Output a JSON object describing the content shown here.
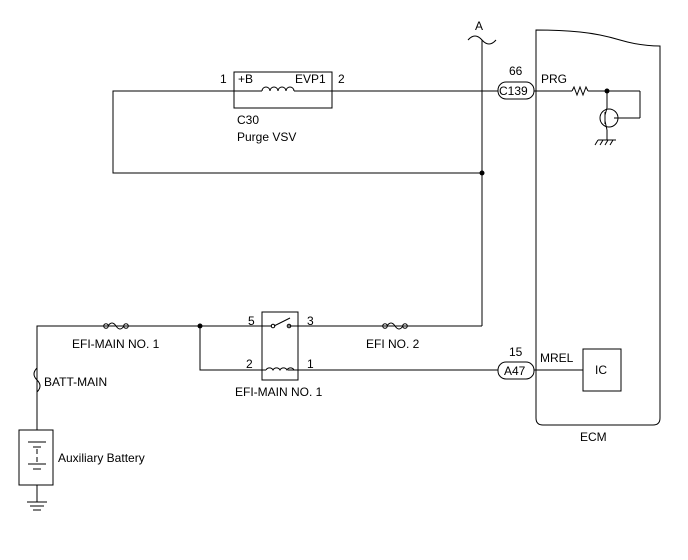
{
  "diagram": {
    "branch_point": "A",
    "components": {
      "purge_vsv": {
        "connector": "C30",
        "name": "Purge VSV",
        "pin_left": "1",
        "pin_right": "2",
        "terminal_left": "+B",
        "terminal_right": "EVP1"
      },
      "efi_main_relay": {
        "name": "EFI-MAIN NO. 1",
        "pin_top_left": "5",
        "pin_top_right": "3",
        "pin_bottom_left": "2",
        "pin_bottom_right": "1"
      },
      "fuse_efi_main1": {
        "name": "EFI-MAIN NO. 1"
      },
      "fuse_efi_no2": {
        "name": "EFI NO. 2"
      },
      "fuse_batt_main": {
        "name": "BATT-MAIN"
      },
      "battery": {
        "name": "Auxiliary Battery"
      },
      "ecm": {
        "name": "ECM",
        "connector_top": {
          "label": "C139",
          "pin": "66",
          "signal": "PRG"
        },
        "connector_bottom": {
          "label": "A47",
          "pin": "15",
          "signal": "MREL"
        },
        "ic_label": "IC"
      }
    }
  }
}
